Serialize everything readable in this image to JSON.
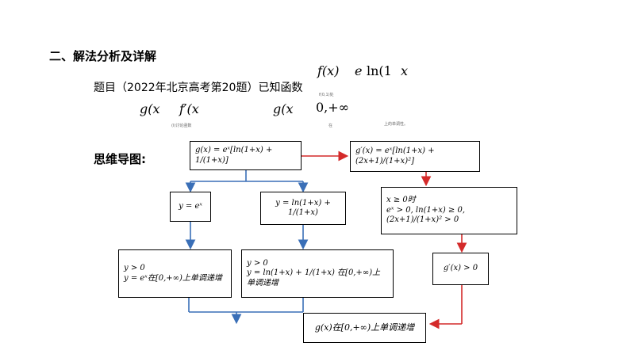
{
  "section_heading": "二、解法分析及详解",
  "question_text": "题目（2022年北京高考第20题）已知函数",
  "fragments": {
    "f1": "f(x)",
    "f2": "e",
    "f3": "ln(1",
    "f4": "x",
    "g1": "g(x",
    "g2": "f′(x",
    "g3": "g(x",
    "g4": "0,+∞"
  },
  "tiny": {
    "t1": "f(0,1)处",
    "t2": "(I)讨论函数",
    "t3": "在",
    "t4": "上的单调性。"
  },
  "mind_map_label": "思维导图:",
  "boxes": {
    "g_def": "g(x) = eˣ[ln(1+x) + 1/(1+x)]",
    "y_ex": "y = eˣ",
    "y_ln": "y = ln(1+x) + 1/(1+x)",
    "ex_mono_line1": "y > 0",
    "ex_mono_line2": "y = eˣ在[0,+∞)上单调递增",
    "ln_mono_line1": "y > 0",
    "ln_mono_line2": "y = ln(1+x) + 1/(1+x) 在[0,+∞)上单调递增",
    "g_prime": "g′(x) = eˣ[ln(1+x) + (2x+1)/(1+x)²]",
    "cond_line1": "x ≥ 0时",
    "cond_line2": "eˣ > 0, ln(1+x) ≥ 0, (2x+1)/(1+x)² > 0",
    "g_prime_pos": "g′(x) > 0",
    "conclusion": "g(x)在[0,+∞)上单调递增"
  },
  "colors": {
    "blue_arrow": "#3a6fb7",
    "red_arrow": "#d42a2a"
  }
}
